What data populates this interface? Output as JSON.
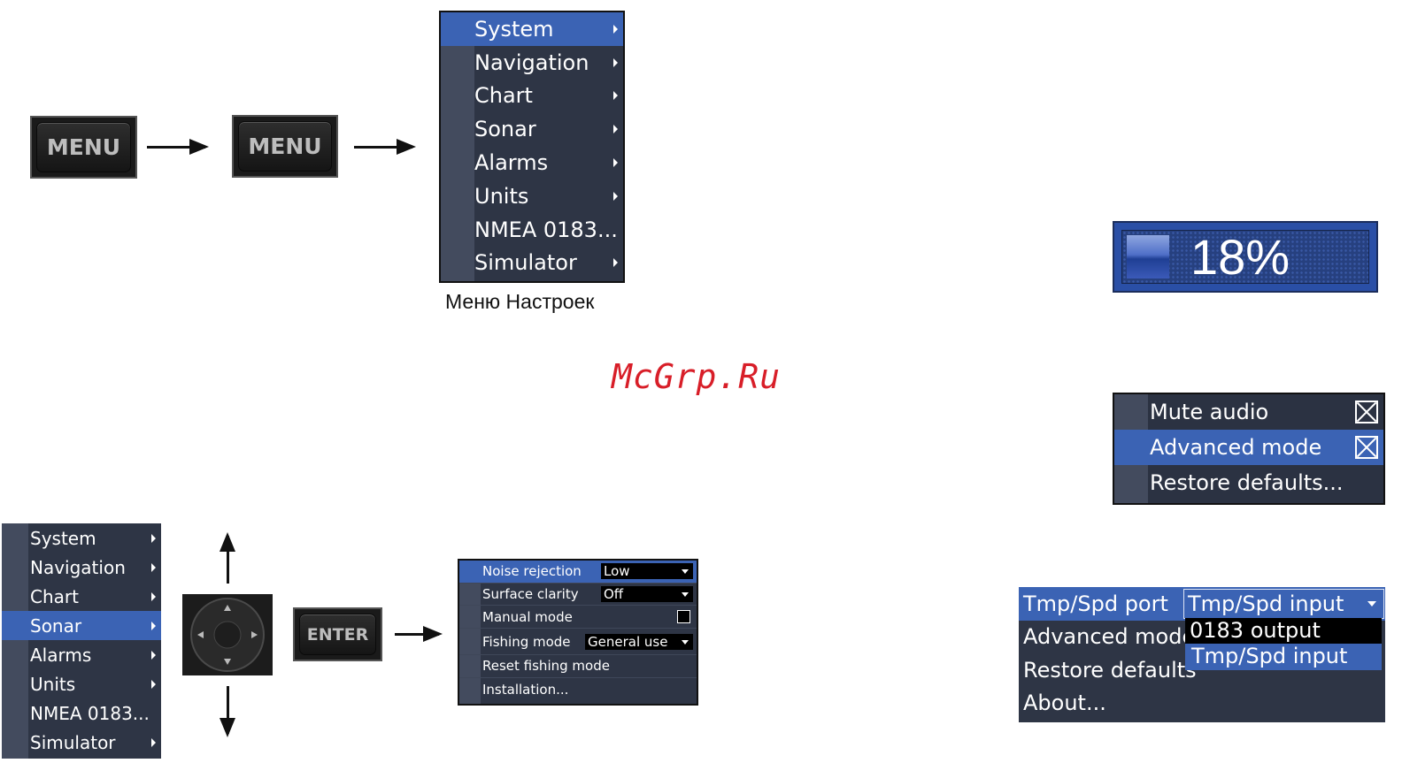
{
  "buttons": {
    "menu_1": "MENU",
    "menu_2": "MENU",
    "enter": "ENTER"
  },
  "settings_menu": {
    "items": [
      {
        "label": "System",
        "submenu": true,
        "selected": true
      },
      {
        "label": "Navigation",
        "submenu": true,
        "selected": false
      },
      {
        "label": "Chart",
        "submenu": true,
        "selected": false
      },
      {
        "label": "Sonar",
        "submenu": true,
        "selected": false
      },
      {
        "label": "Alarms",
        "submenu": true,
        "selected": false
      },
      {
        "label": "Units",
        "submenu": true,
        "selected": false
      },
      {
        "label": "NMEA 0183...",
        "submenu": false,
        "selected": false
      },
      {
        "label": "Simulator",
        "submenu": true,
        "selected": false
      }
    ],
    "caption": "Меню Настроек"
  },
  "watermark": "McGrp.Ru",
  "volume_gauge": {
    "value_text": "18%",
    "level_percent": 18
  },
  "audio_menu": {
    "items": [
      {
        "label": "Mute audio",
        "checked": true,
        "selected": false
      },
      {
        "label": "Advanced mode",
        "checked": true,
        "selected": true
      },
      {
        "label": "Restore defaults...",
        "checked": null,
        "selected": false
      }
    ]
  },
  "sonar_nav_menu": {
    "items": [
      {
        "label": "System",
        "submenu": true,
        "selected": false
      },
      {
        "label": "Navigation",
        "submenu": true,
        "selected": false
      },
      {
        "label": "Chart",
        "submenu": true,
        "selected": false
      },
      {
        "label": "Sonar",
        "submenu": true,
        "selected": true
      },
      {
        "label": "Alarms",
        "submenu": true,
        "selected": false
      },
      {
        "label": "Units",
        "submenu": true,
        "selected": false
      },
      {
        "label": "NMEA 0183...",
        "submenu": false,
        "selected": false
      },
      {
        "label": "Simulator",
        "submenu": true,
        "selected": false
      }
    ]
  },
  "sonar_menu": {
    "noise_rejection": {
      "label": "Noise rejection",
      "value": "Low"
    },
    "surface_clarity": {
      "label": "Surface clarity",
      "value": "Off"
    },
    "manual_mode": {
      "label": "Manual mode",
      "checked": false
    },
    "fishing_mode": {
      "label": "Fishing mode",
      "value": "General use"
    },
    "reset_fishing_mode": "Reset fishing mode",
    "installation": "Installation..."
  },
  "port_menu": {
    "items": [
      {
        "label": "Tmp/Spd port",
        "selected": true
      },
      {
        "label": "Advanced mode",
        "selected": false
      },
      {
        "label": "Restore defaults",
        "selected": false
      },
      {
        "label": "About...",
        "selected": false
      }
    ],
    "dropdown_value": "Tmp/Spd input",
    "options": [
      "0183 output",
      "Tmp/Spd input"
    ]
  },
  "colors": {
    "menu_bg": "#2e3545",
    "menu_stripe": "#434b5e",
    "selection": "#3b63b4",
    "watermark": "#d81e28"
  }
}
